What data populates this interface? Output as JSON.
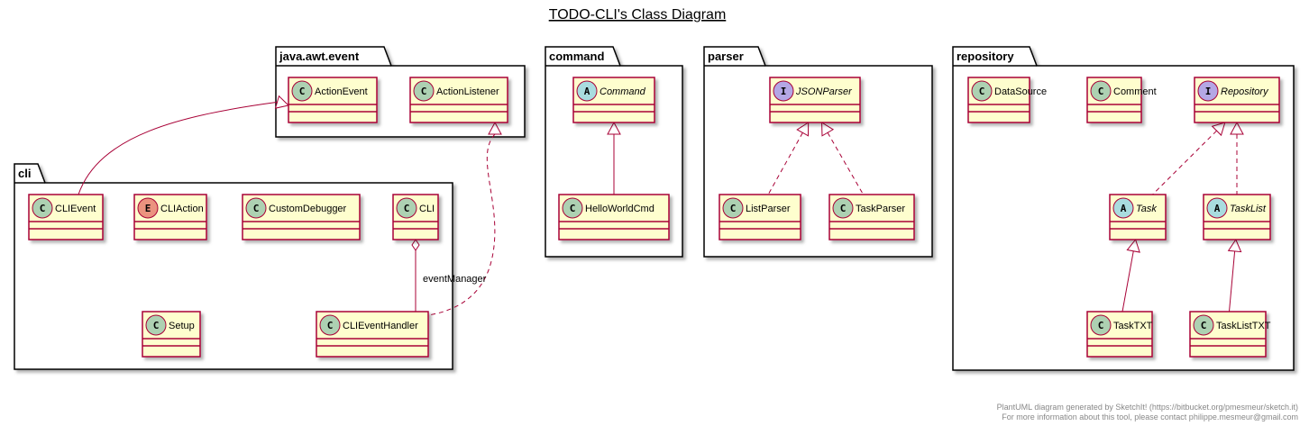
{
  "title": "TODO-CLI's Class Diagram",
  "packages": [
    {
      "id": "java_awt_event",
      "label": "java.awt.event"
    },
    {
      "id": "cli",
      "label": "cli"
    },
    {
      "id": "command",
      "label": "command"
    },
    {
      "id": "parser",
      "label": "parser"
    },
    {
      "id": "repository",
      "label": "repository"
    }
  ],
  "classes": [
    {
      "id": "ActionEvent",
      "name": "ActionEvent",
      "kind": "class",
      "stereotype": "C",
      "package": "java_awt_event"
    },
    {
      "id": "ActionListener",
      "name": "ActionListener",
      "kind": "class",
      "stereotype": "C",
      "package": "java_awt_event"
    },
    {
      "id": "CLIEvent",
      "name": "CLIEvent",
      "kind": "class",
      "stereotype": "C",
      "package": "cli"
    },
    {
      "id": "CLIAction",
      "name": "CLIAction",
      "kind": "enum",
      "stereotype": "E",
      "package": "cli"
    },
    {
      "id": "CustomDebugger",
      "name": "CustomDebugger",
      "kind": "class",
      "stereotype": "C",
      "package": "cli"
    },
    {
      "id": "CLI",
      "name": "CLI",
      "kind": "class",
      "stereotype": "C",
      "package": "cli"
    },
    {
      "id": "Setup",
      "name": "Setup",
      "kind": "class",
      "stereotype": "C",
      "package": "cli"
    },
    {
      "id": "CLIEventHandler",
      "name": "CLIEventHandler",
      "kind": "class",
      "stereotype": "C",
      "package": "cli"
    },
    {
      "id": "Command",
      "name": "Command",
      "kind": "abstract",
      "stereotype": "A",
      "package": "command"
    },
    {
      "id": "HelloWorldCmd",
      "name": "HelloWorldCmd",
      "kind": "class",
      "stereotype": "C",
      "package": "command"
    },
    {
      "id": "JSONParser",
      "name": "JSONParser",
      "kind": "interface",
      "stereotype": "I",
      "package": "parser"
    },
    {
      "id": "ListParser",
      "name": "ListParser",
      "kind": "class",
      "stereotype": "C",
      "package": "parser"
    },
    {
      "id": "TaskParser",
      "name": "TaskParser",
      "kind": "class",
      "stereotype": "C",
      "package": "parser"
    },
    {
      "id": "DataSource",
      "name": "DataSource",
      "kind": "class",
      "stereotype": "C",
      "package": "repository"
    },
    {
      "id": "Comment",
      "name": "Comment",
      "kind": "class",
      "stereotype": "C",
      "package": "repository"
    },
    {
      "id": "Repository",
      "name": "Repository",
      "kind": "interface",
      "stereotype": "I",
      "package": "repository"
    },
    {
      "id": "Task",
      "name": "Task",
      "kind": "abstract",
      "stereotype": "A",
      "package": "repository"
    },
    {
      "id": "TaskList",
      "name": "TaskList",
      "kind": "abstract",
      "stereotype": "A",
      "package": "repository"
    },
    {
      "id": "TaskTXT",
      "name": "TaskTXT",
      "kind": "class",
      "stereotype": "C",
      "package": "repository"
    },
    {
      "id": "TaskListTXT",
      "name": "TaskListTXT",
      "kind": "class",
      "stereotype": "C",
      "package": "repository"
    }
  ],
  "relations": [
    {
      "from": "CLIEvent",
      "to": "ActionEvent",
      "type": "extends",
      "label": ""
    },
    {
      "from": "CLIEventHandler",
      "to": "ActionListener",
      "type": "implements",
      "label": ""
    },
    {
      "from": "CLIEventHandler",
      "to": "CLI",
      "type": "aggregation",
      "label": "eventManager"
    },
    {
      "from": "HelloWorldCmd",
      "to": "Command",
      "type": "extends",
      "label": ""
    },
    {
      "from": "ListParser",
      "to": "JSONParser",
      "type": "implements",
      "label": ""
    },
    {
      "from": "TaskParser",
      "to": "JSONParser",
      "type": "implements",
      "label": ""
    },
    {
      "from": "Task",
      "to": "Repository",
      "type": "implements",
      "label": ""
    },
    {
      "from": "TaskList",
      "to": "Repository",
      "type": "implements",
      "label": ""
    },
    {
      "from": "TaskTXT",
      "to": "Task",
      "type": "extends",
      "label": ""
    },
    {
      "from": "TaskListTXT",
      "to": "TaskList",
      "type": "extends",
      "label": ""
    }
  ],
  "footer": {
    "line1": "PlantUML diagram generated by SketchIt! (https://bitbucket.org/pmesmeur/sketch.it)",
    "line2": "For more information about this tool, please contact philippe.mesmeur@gmail.com"
  },
  "colors": {
    "class_fill": "#FEFECE",
    "class_border": "#A80036",
    "edge": "#A80036",
    "package_border": "#000000",
    "class_circle": "#ADD1B2",
    "abstract_circle": "#A9DCDF",
    "interface_circle": "#B4A7E5",
    "enum_circle": "#EB937F"
  }
}
